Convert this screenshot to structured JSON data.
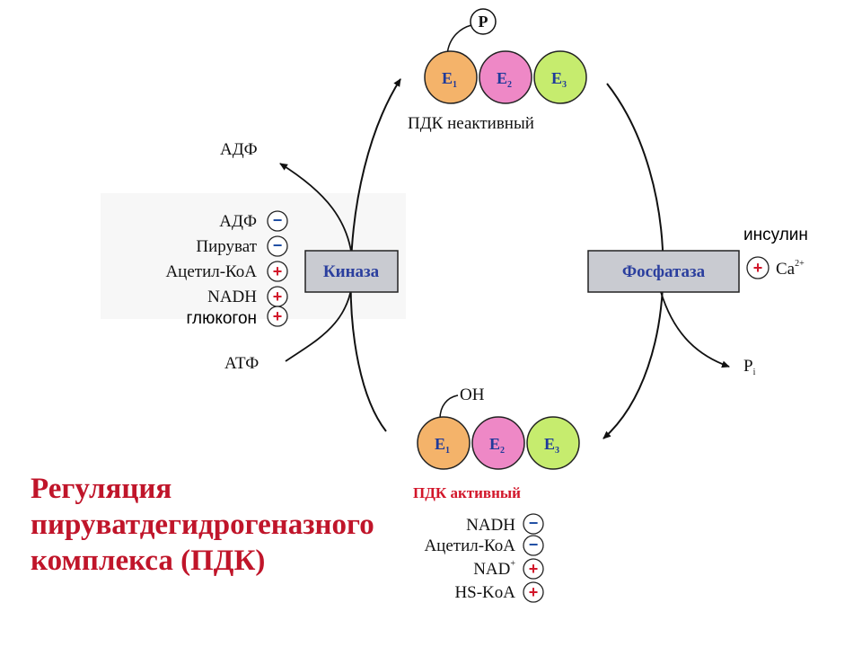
{
  "top_complex": {
    "phosphate": "P",
    "e1": "E",
    "e1_sub": "1",
    "e2": "E",
    "e2_sub": "2",
    "e3": "E",
    "e3_sub": "3",
    "label": "ПДК неактивный"
  },
  "bottom_complex": {
    "group": "OH",
    "e1": "E",
    "e1_sub": "1",
    "e2": "E",
    "e2_sub": "2",
    "e3": "E",
    "e3_sub": "3",
    "label": "ПДК активный"
  },
  "kinase": {
    "label": "Киназа",
    "product": "АДФ",
    "substrate": "АТФ",
    "regulators": [
      {
        "name": "АДФ",
        "sign": "−"
      },
      {
        "name": "Пируват",
        "sign": "−"
      },
      {
        "name": "Ацетил-КоА",
        "sign": "+"
      },
      {
        "name": "NADH",
        "sign": "+"
      },
      {
        "name": "глюкогон",
        "sign": "+"
      }
    ]
  },
  "phosphatase": {
    "label": "Фосфатаза",
    "activator_insulin": "инсулин",
    "activator_ca": "Ca",
    "activator_ca_sup": "2+",
    "activator_sign": "+",
    "product": "P",
    "product_sub": "i"
  },
  "active_regulators": [
    {
      "name": "NADH",
      "sup": "",
      "sign": "−"
    },
    {
      "name": "Ацетил-КоА",
      "sup": "",
      "sign": "−"
    },
    {
      "name": "NAD",
      "sup": "+",
      "sign": "+"
    },
    {
      "name": "HS-KoA",
      "sup": "",
      "sign": "+"
    }
  ],
  "caption": {
    "line1": "Регуляция",
    "line2": "пируватдегидрогеназного",
    "line3": "комплекса (ПДК)"
  },
  "colors": {
    "e1": "#f4b36a",
    "e2": "#ee88c6",
    "e3": "#c6ec6e",
    "box_fill": "#c9cbd1",
    "minus": "#1f4ea3",
    "plus": "#d2162a",
    "caption": "#c0152a"
  }
}
